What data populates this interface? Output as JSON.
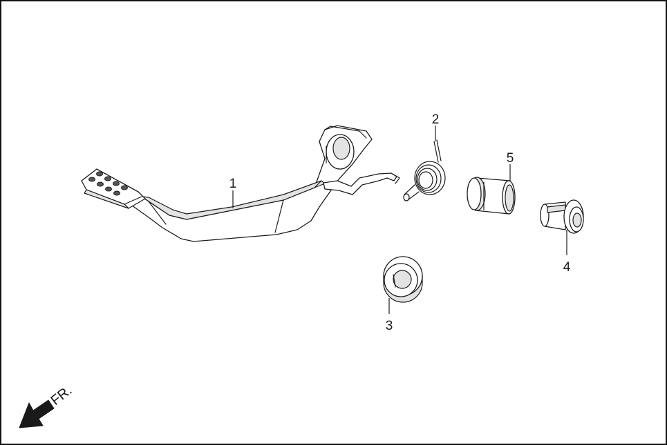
{
  "diagram": {
    "callouts": [
      "1",
      "2",
      "3",
      "4",
      "5"
    ],
    "direction_label": "FR."
  },
  "colors": {
    "line": "#1a1a1a",
    "shade": "#e3e3e3",
    "arrow": "#1a1a1a",
    "background": "#ffffff"
  },
  "icons": {
    "direction": "front-direction-arrow-icon"
  }
}
